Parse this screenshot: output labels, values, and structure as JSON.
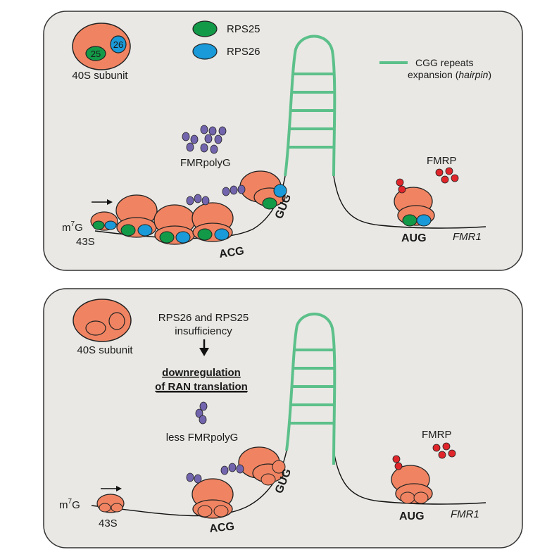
{
  "panel_top": {
    "legend": {
      "subunit_label": "40S subunit",
      "rps25_badge": "25",
      "rps26_badge": "26",
      "rps25_label": "RPS25",
      "rps26_label": "RPS26",
      "cgg_label_line1": "CGG repeats",
      "cgg_label_line2_prefix": "expansion (",
      "cgg_label_line2_italic": "hairpin",
      "cgg_label_line2_suffix": ")"
    },
    "mrna": {
      "cap": "m",
      "cap_sup": "7",
      "cap_suffix": "G",
      "complex": "43S",
      "codon_acg": "ACG",
      "codon_gug": "GUG",
      "codon_aug": "AUG",
      "gene": "FMR1"
    },
    "product_polyg": "FMRpolyG",
    "product_fmrp": "FMRP"
  },
  "panel_bottom": {
    "subunit_label": "40S subunit",
    "insufficiency_line1": "RPS26 and RPS25",
    "insufficiency_line2": "insufficiency",
    "downreg_line1": "downregulation",
    "downreg_line2": "of RAN translation",
    "product_polyg": "less FMRpolyG",
    "mrna": {
      "cap": "m",
      "cap_sup": "7",
      "cap_suffix": "G",
      "complex": "43S",
      "codon_acg": "ACG",
      "codon_gug": "GUG",
      "codon_aug": "AUG",
      "gene": "FMR1"
    },
    "product_fmrp": "FMRP"
  },
  "colors": {
    "panel_bg": "#e9e8e4",
    "ribosome": "#f08462",
    "rps25": "#139a48",
    "rps26": "#1a9ad8",
    "hairpin": "#5cc08a",
    "polyg": "#7264ad",
    "fmrp": "#e0262b"
  }
}
